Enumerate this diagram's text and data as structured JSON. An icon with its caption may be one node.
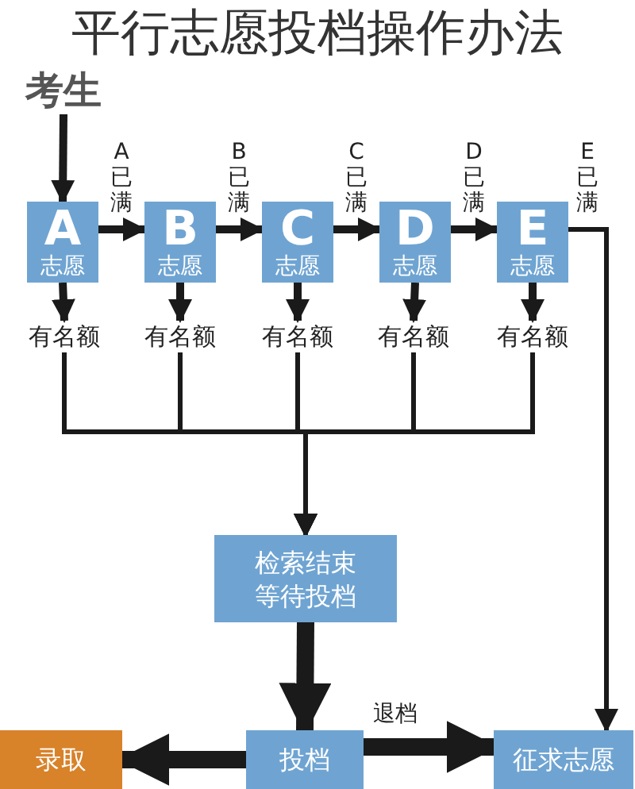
{
  "diagram": {
    "title": "平行志愿投档操作办法",
    "nodes": [
      {
        "text": [
          "考生"
        ]
      },
      {
        "text": [
          "A",
          "志愿"
        ]
      },
      {
        "text": [
          "B",
          "志愿"
        ]
      },
      {
        "text": [
          "C",
          "志愿"
        ]
      },
      {
        "text": [
          "D",
          "志愿"
        ]
      },
      {
        "text": [
          "E",
          "志愿"
        ]
      },
      {
        "text": [
          "有名额"
        ]
      },
      {
        "text": [
          "有名额"
        ]
      },
      {
        "text": [
          "有名额"
        ]
      },
      {
        "text": [
          "有名额"
        ]
      },
      {
        "text": [
          "有名额"
        ]
      },
      {
        "text": [
          "检索结束等待投档"
        ]
      },
      {
        "text": [
          "投档"
        ]
      },
      {
        "text": [
          "录取"
        ]
      },
      {
        "text": [
          "征求志愿"
        ]
      }
    ],
    "edges": [
      {
        "from": 0,
        "to": 1,
        "arrow": "to"
      },
      {
        "from": 1,
        "to": 2,
        "arrow": "to",
        "label": "A已满"
      },
      {
        "from": 2,
        "to": 3,
        "arrow": "to",
        "label": "B已满"
      },
      {
        "from": 3,
        "to": 4,
        "arrow": "to",
        "label": "C已满"
      },
      {
        "from": 4,
        "to": 5,
        "arrow": "to",
        "label": "D已满"
      },
      {
        "from": 5,
        "to": 14,
        "arrow": "to",
        "label": "E已满"
      },
      {
        "from": 1,
        "to": 6,
        "arrow": "to"
      },
      {
        "from": 2,
        "to": 7,
        "arrow": "to"
      },
      {
        "from": 3,
        "to": 8,
        "arrow": "to"
      },
      {
        "from": 4,
        "to": 9,
        "arrow": "to"
      },
      {
        "from": 5,
        "to": 10,
        "arrow": "to"
      },
      {
        "from": 6,
        "to": 11,
        "arrow": "to"
      },
      {
        "from": 7,
        "to": 11,
        "arrow": "to"
      },
      {
        "from": 8,
        "to": 11,
        "arrow": "to"
      },
      {
        "from": 9,
        "to": 11,
        "arrow": "to"
      },
      {
        "from": 10,
        "to": 11,
        "arrow": "to"
      },
      {
        "from": 11,
        "to": 12,
        "arrow": "to",
        "style": "thick"
      },
      {
        "from": 12,
        "to": 13,
        "arrow": "to",
        "style": "thick"
      },
      {
        "from": 12,
        "to": 14,
        "arrow": "to",
        "style": "thick",
        "label": "退档"
      }
    ]
  }
}
